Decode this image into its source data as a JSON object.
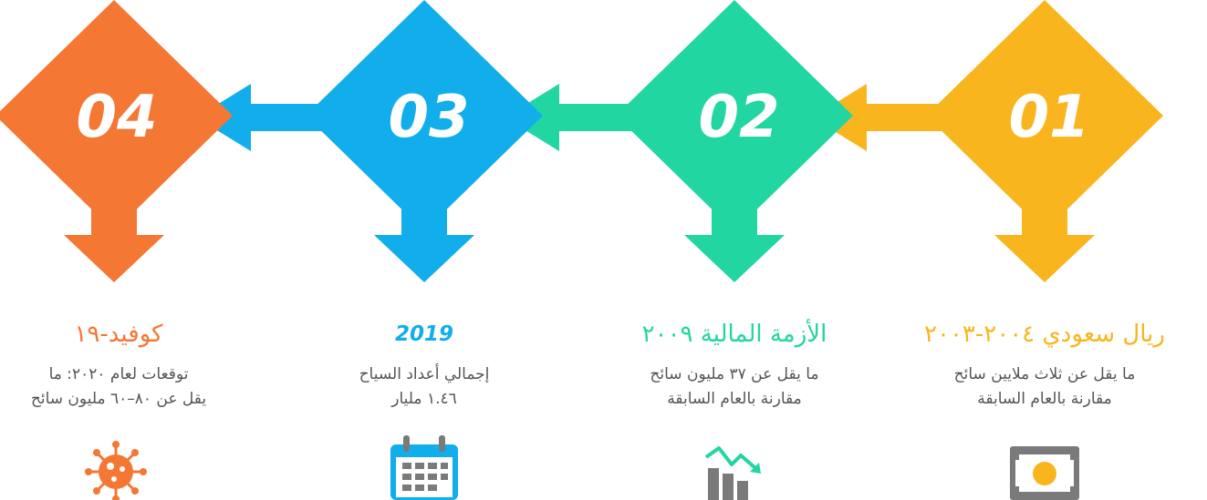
{
  "steps": [
    {
      "number": "01",
      "color": "#F9B51E",
      "title": "ريال سعودي ٢٠٠٤-٢٠٠٣",
      "desc": [
        "ما يقل عن ثلاث ملايين سائح",
        "مقارنة بالعام السابقة"
      ],
      "icon": "banknote-icon"
    },
    {
      "number": "02",
      "color": "#22D6A1",
      "title": "الأزمة المالية ٢٠٠٩",
      "desc": [
        "ما يقل عن ٣٧ مليون سائح",
        "مقارنة بالعام السابقة"
      ],
      "icon": "chart-decline-icon"
    },
    {
      "number": "03",
      "color": "#11AEEB",
      "title": "2019",
      "desc": [
        "إجمالي أعداد السياح",
        "١.٤٦ مليار"
      ],
      "icon": "calendar-icon"
    },
    {
      "number": "04",
      "color": "#F47734",
      "title": "كوفيد-١٩",
      "desc": [
        "توقعات لعام ٢٠٢٠: ما",
        "يقل عن ٨٠–٦٠ مليون سائح"
      ],
      "icon": "virus-icon"
    }
  ],
  "icon_color": "#7A7A7A"
}
